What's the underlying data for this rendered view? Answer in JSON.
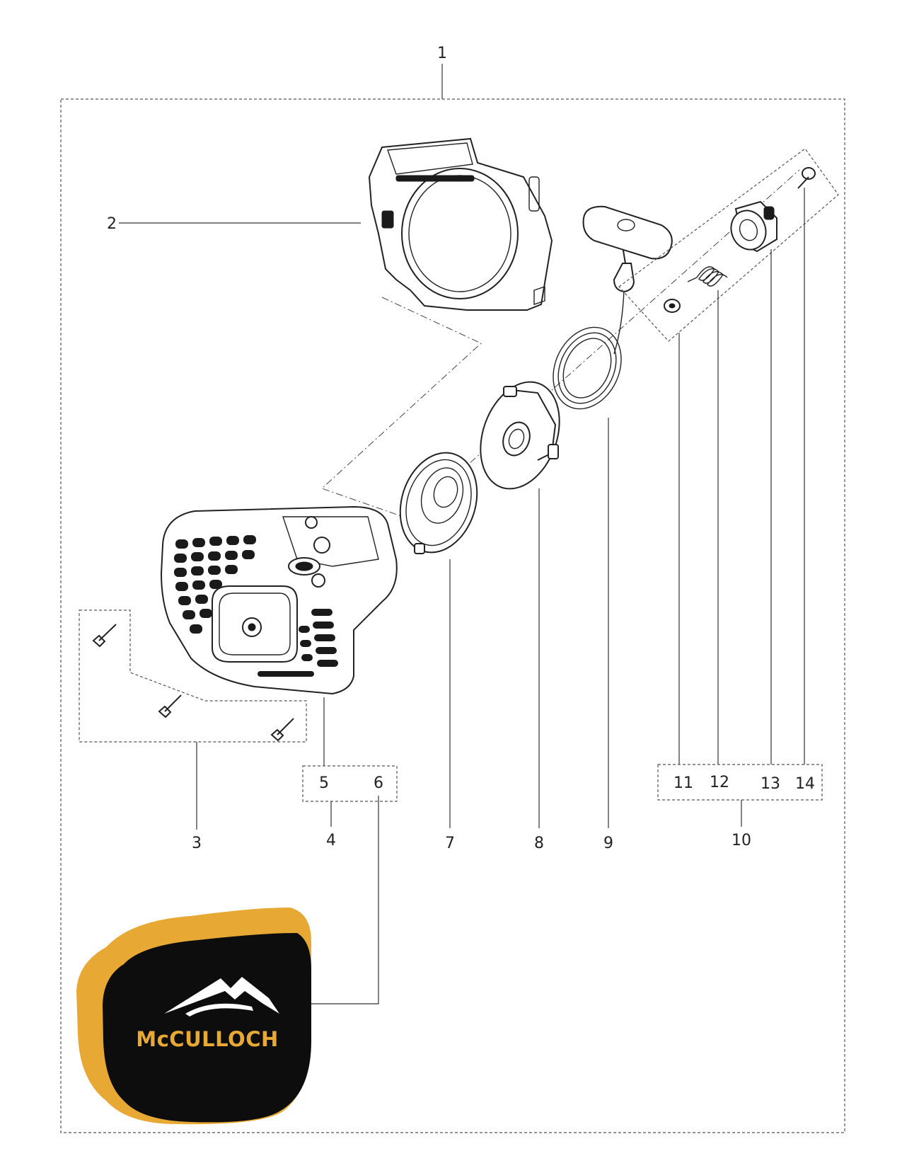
{
  "diagram": {
    "part_numbers": [
      "1",
      "2",
      "3",
      "4",
      "5",
      "6",
      "7",
      "8",
      "9",
      "10",
      "11",
      "12",
      "13",
      "14"
    ]
  },
  "brand": {
    "logo_text": "McCULLOCH",
    "colors": {
      "gold": "#E8A834",
      "black": "#0d0d0d",
      "white": "#ffffff"
    }
  }
}
